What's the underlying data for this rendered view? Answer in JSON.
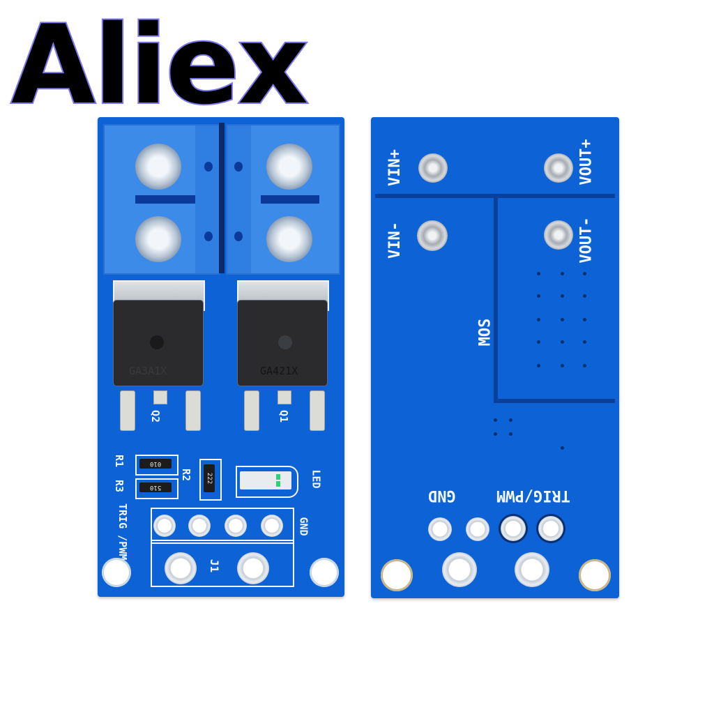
{
  "watermark": {
    "text": "Aliex",
    "fill": "#000000",
    "outline": "#7b78f0"
  },
  "front_board": {
    "color": "#0d62d6",
    "terminal_block_color": "#3d8be8",
    "mosfets": [
      {
        "designator": "Q2",
        "marking": "GA3A1X"
      },
      {
        "designator": "Q1",
        "marking": "GA421X"
      }
    ],
    "resistors": [
      {
        "designator": "R1",
        "code": "010"
      },
      {
        "designator": "R3",
        "code": "510"
      },
      {
        "designator": "R2",
        "code": "222"
      }
    ],
    "led_label": "LED",
    "header_labels": {
      "trig_pwm": "TRIG /PWM",
      "gnd": "GND"
    },
    "connector_designator": "J1",
    "resistor_labels": {
      "r1": "R1",
      "r3": "R3",
      "r2": "R2"
    }
  },
  "back_board": {
    "color": "#0d62d6",
    "labels": {
      "vin_plus": "VIN+",
      "vin_minus": "VIN-",
      "vout_plus": "VOUT+",
      "vout_minus": "VOUT-",
      "mos": "MOS",
      "gnd": "GND",
      "trig_pwm": "TRIG/PWM"
    }
  }
}
